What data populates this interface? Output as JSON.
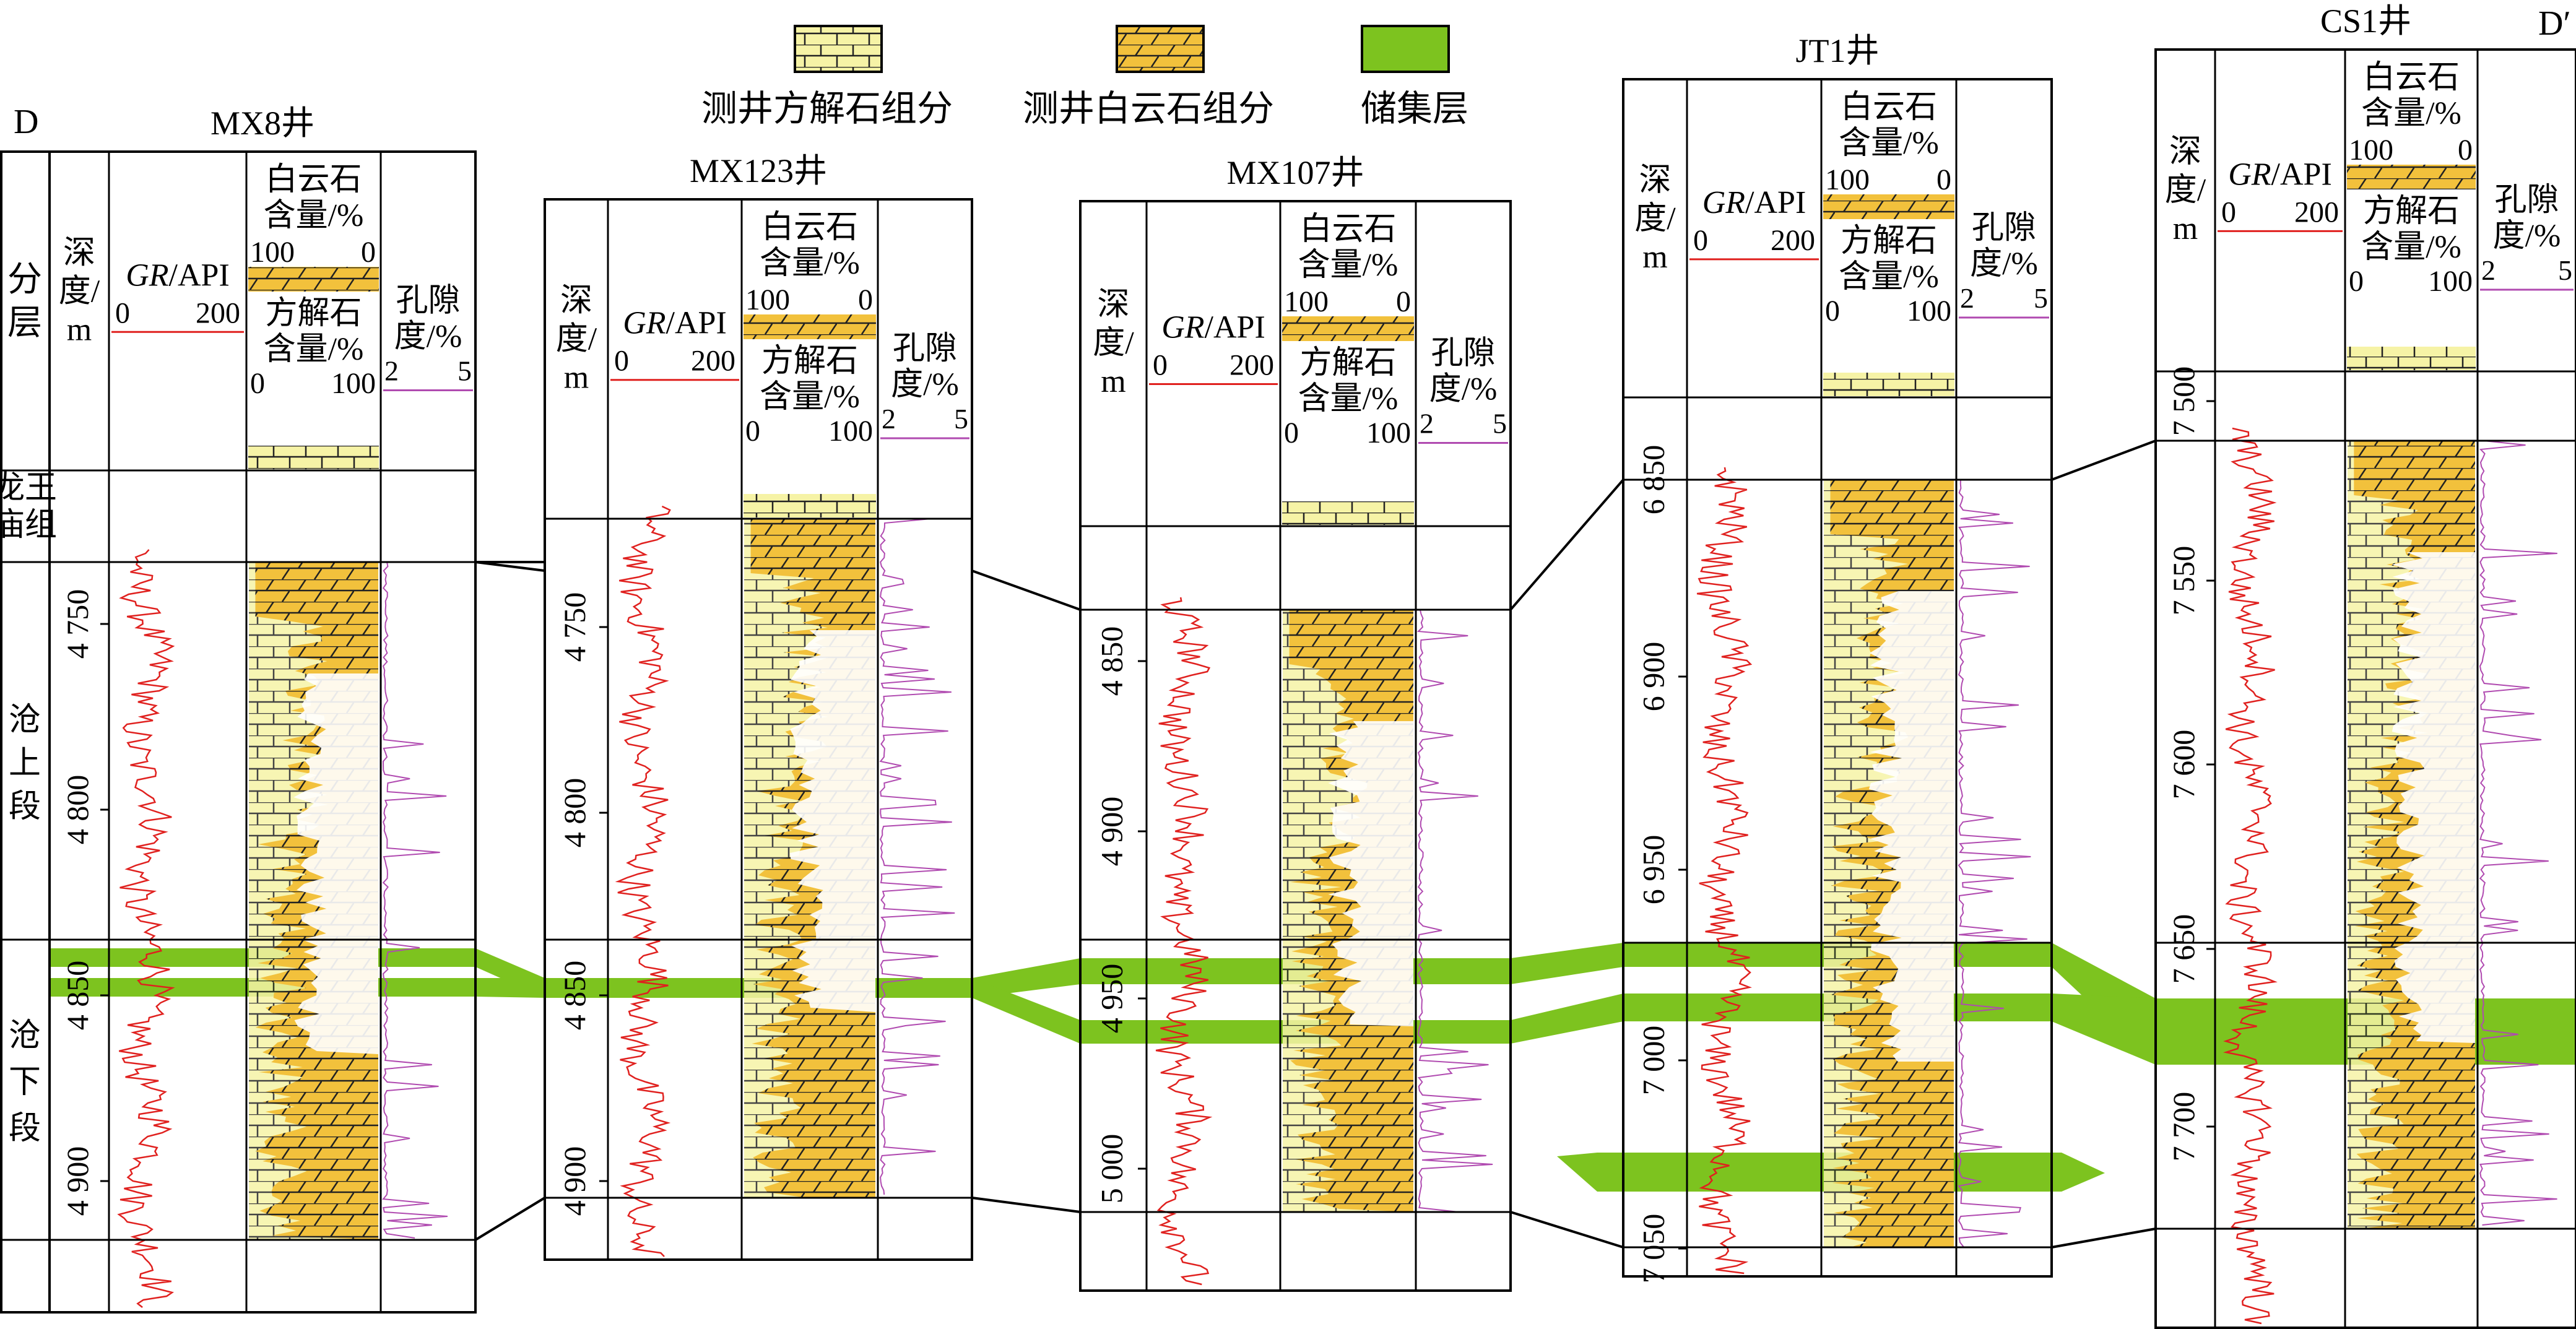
{
  "figure": {
    "left_label": "D",
    "right_label": "D′"
  },
  "legend": [
    {
      "label": "测井方解石组分",
      "pattern": "calcite",
      "color": "#f6f3a6"
    },
    {
      "label": "测井白云石组分",
      "pattern": "dolomite",
      "color": "#f2c13c"
    },
    {
      "label": "储集层",
      "pattern": "solid",
      "color": "#7dc31f"
    }
  ],
  "column_headers": {
    "layer": [
      "分",
      "层"
    ],
    "depth": [
      "深",
      "度/",
      "m"
    ],
    "gr_italic": "GR",
    "gr_suffix": "/API",
    "gr_scale_min": "0",
    "gr_scale_max": "200",
    "dolomite_title": [
      "白云石",
      "含量/%"
    ],
    "dolomite_scale": [
      "100",
      "0"
    ],
    "calcite_title": [
      "方解石",
      "含量/%"
    ],
    "calcite_scale": [
      "0",
      "100"
    ],
    "porosity_title": [
      "孔隙",
      "度/%"
    ],
    "porosity_scale": [
      "2",
      "5"
    ]
  },
  "formations": [
    {
      "name": "龙王庙组",
      "lines": [
        "龙王",
        "庙组"
      ]
    },
    {
      "name": "沧上段",
      "lines": [
        "沧",
        "上",
        "段"
      ]
    },
    {
      "name": "沧下段",
      "lines": [
        "沧",
        "下",
        "段"
      ]
    }
  ],
  "wells": [
    {
      "name": "MX8井",
      "depth_ticks": [
        "4 750",
        "4 800",
        "4 850",
        "4 900"
      ]
    },
    {
      "name": "MX123井",
      "depth_ticks": [
        "4 750",
        "4 800",
        "4 850",
        "4 900"
      ]
    },
    {
      "name": "MX107井",
      "depth_ticks": [
        "4 850",
        "4 900",
        "4 950",
        "5 000"
      ]
    },
    {
      "name": "JT1井",
      "depth_ticks": [
        "6 850",
        "6 900",
        "6 950",
        "7 000",
        "7 050"
      ]
    },
    {
      "name": "CS1井",
      "depth_ticks": [
        "7 500",
        "7 550",
        "7 600",
        "7 650",
        "7 700"
      ]
    }
  ],
  "colors": {
    "gr_curve": "#e0201e",
    "porosity_curve": "#b04ab0",
    "dolomite": "#f2c13c",
    "calcite": "#f6f3a6",
    "reservoir": "#7dc31f",
    "grid": "#000000"
  }
}
